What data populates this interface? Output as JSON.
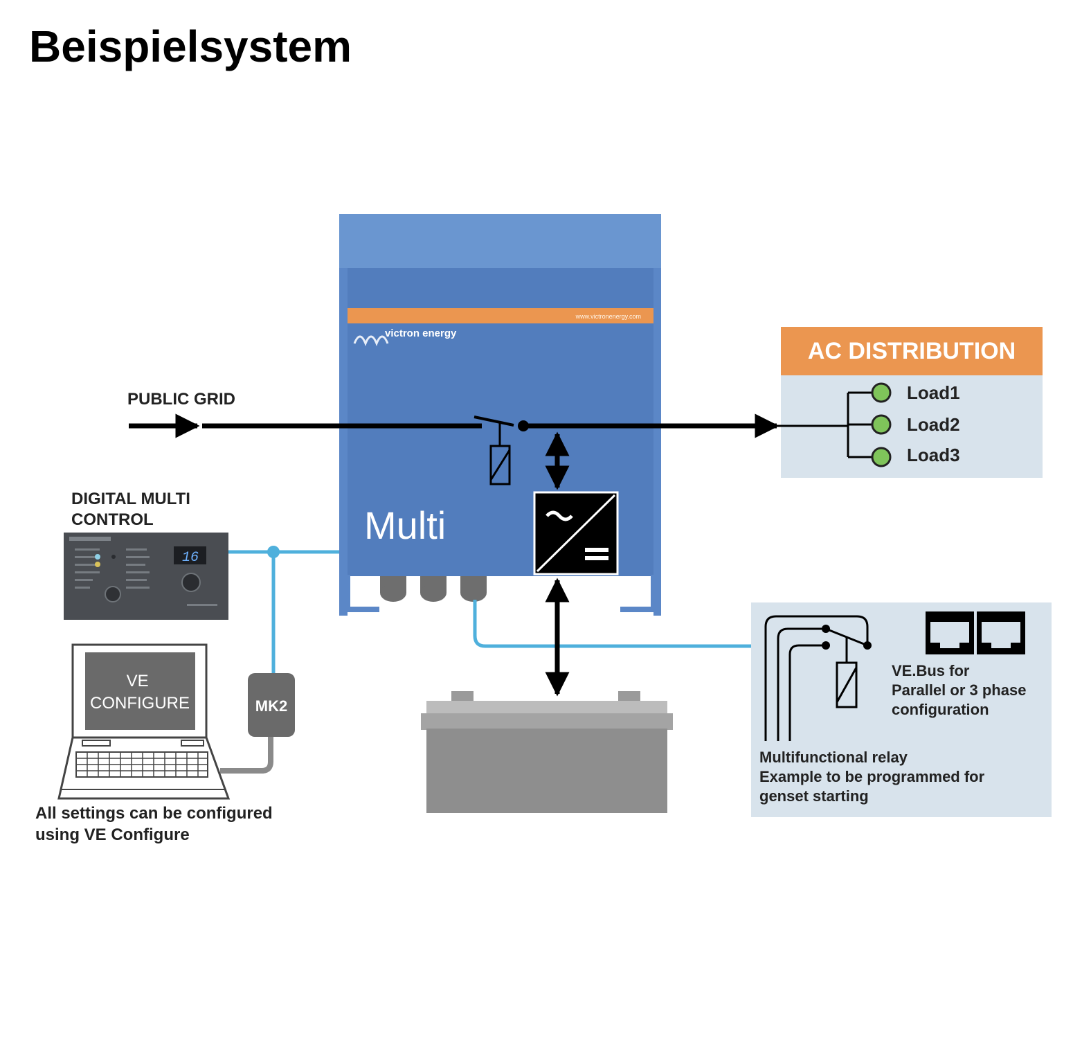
{
  "title": "Beispielsystem",
  "colors": {
    "multi_blue": "#5b87c7",
    "accent_orange": "#eb9650",
    "panel_bg": "#d8e3ec",
    "cable_blue": "#4fb0dc",
    "load_green": "#7fc45a",
    "battery_gray": "#8e8e8e"
  },
  "labels": {
    "public_grid": "PUBLIC GRID",
    "digital_multi_control": [
      "DIGITAL MULTI",
      "CONTROL"
    ],
    "dmc_display": "16",
    "multi": "Multi",
    "brand": "victron energy",
    "website": "www.victronenergy.com",
    "ac_distribution": "AC DISTRIBUTION",
    "loads": [
      "Load1",
      "Load2",
      "Load3"
    ],
    "ve_configure": [
      "VE",
      "CONFIGURE"
    ],
    "mk2": "MK2",
    "settings_note": [
      "All settings can be configured",
      "using VE Configure"
    ],
    "vebus_note": [
      "VE.Bus for",
      "Parallel or 3 phase",
      "configuration"
    ],
    "relay_note": [
      "Multifunctional relay",
      "Example to be programmed for",
      "genset starting"
    ]
  },
  "icons": [
    "victron-logo-icon",
    "inverter-ac-dc-icon",
    "relay-coil-icon",
    "battery-icon",
    "laptop-icon",
    "rj45-port-icon"
  ]
}
